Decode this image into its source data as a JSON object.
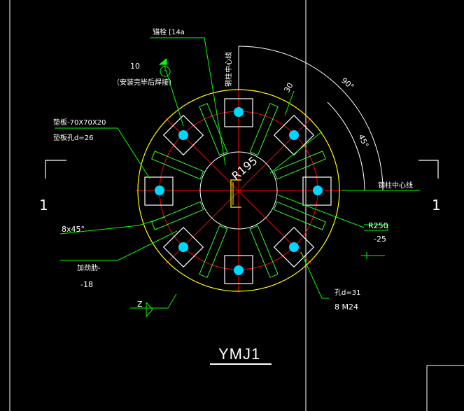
{
  "drawing": {
    "title": "YMJ1",
    "section_mark": "1",
    "detail_mark": "Z",
    "colors": {
      "background": "#000000",
      "frame": "#ffffff",
      "leader": "#00ff00",
      "centerline": "#ff0000",
      "outer_circle": "#ffff00",
      "bolt": "#00d7ff",
      "rib": "#33ff33",
      "dimension": "#00ff00"
    },
    "labels": {
      "anchor_bolt_note": "锚栓 [14a",
      "weld_num": "10",
      "weld_note": "（安装完毕后焊接）",
      "washer_note": "垫板-70X70X20",
      "washer_hole": "垫板孔d=26",
      "chamfer": "8x45°",
      "stiffener_note": "加劲肋-",
      "stiffener_thk": "-18",
      "column_axis_v": "钢柱中心线",
      "column_axis_h": "钢柱中心线",
      "angle_90": "90°",
      "angle_45": "45°",
      "dim_30": "30",
      "radius_195": "R195",
      "radius_250": "R250",
      "plate_thk": "-25",
      "hole_d": "孔d=31",
      "bolt_spec": "8 M24"
    }
  }
}
